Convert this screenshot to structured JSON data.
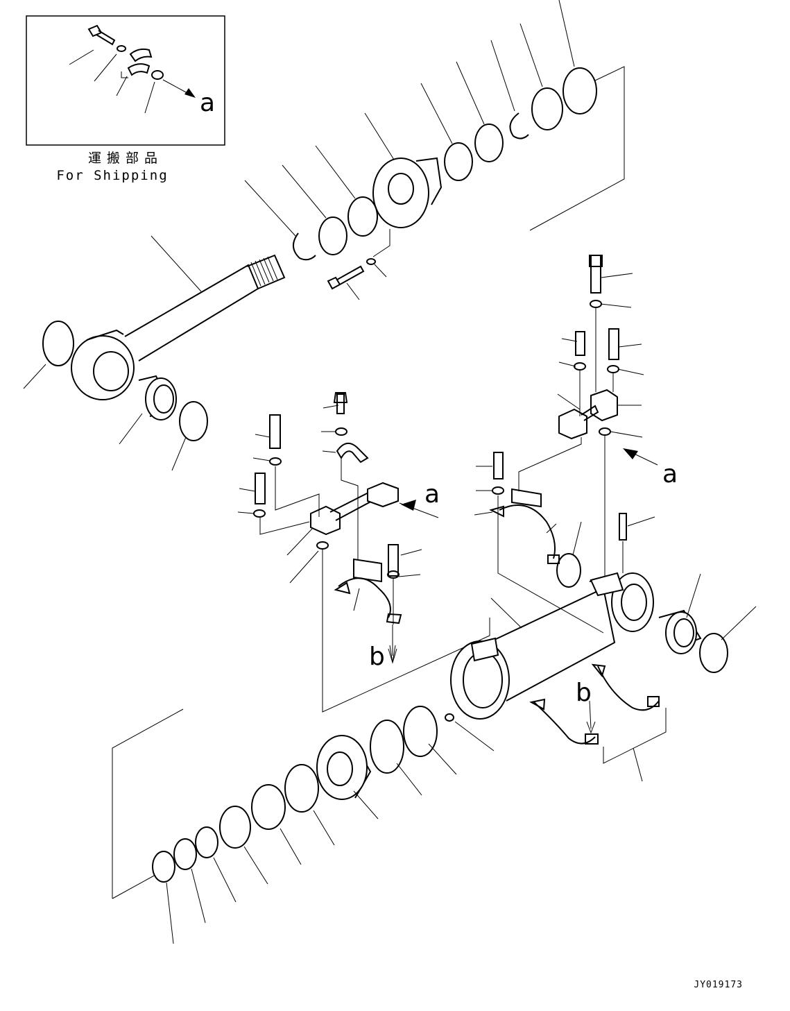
{
  "inset": {
    "jp_label": "運搬部品",
    "en_label": "For Shipping",
    "ref": "a"
  },
  "refs": {
    "a_top": "a",
    "a_mid": "a",
    "a_right": "a",
    "b_left": "b",
    "b_right": "b"
  },
  "drawing_code": "JY019173"
}
